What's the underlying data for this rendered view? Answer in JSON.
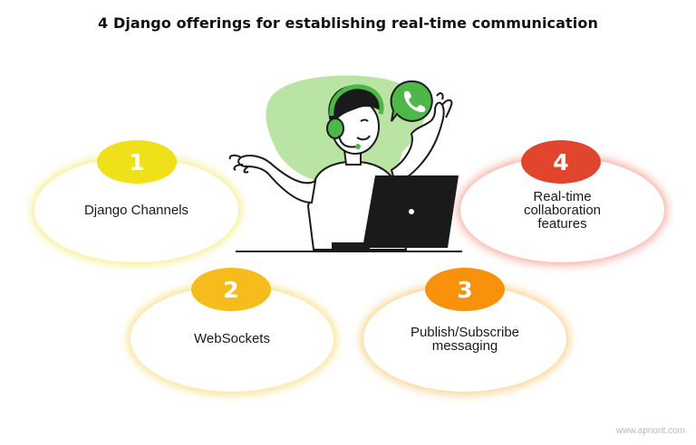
{
  "title": "4 Django offerings for establishing real-time communication",
  "items": [
    {
      "number": "1",
      "label": "Django Channels",
      "color": "#f0e019"
    },
    {
      "number": "2",
      "label": "WebSockets",
      "color": "#f6bc1c"
    },
    {
      "number": "3",
      "label": "Publish/Subscribe\nmessaging",
      "color": "#f8920d"
    },
    {
      "number": "4",
      "label": "Real-time\ncollaboration\nfeatures",
      "color": "#e2452e"
    }
  ],
  "illustration": {
    "icons": [
      "person-with-headset-icon",
      "phone-chat-bubble-icon",
      "laptop-icon"
    ],
    "accent_color": "#b9e4a3",
    "green": "#4db848"
  },
  "watermark": "www.apriorit.com"
}
